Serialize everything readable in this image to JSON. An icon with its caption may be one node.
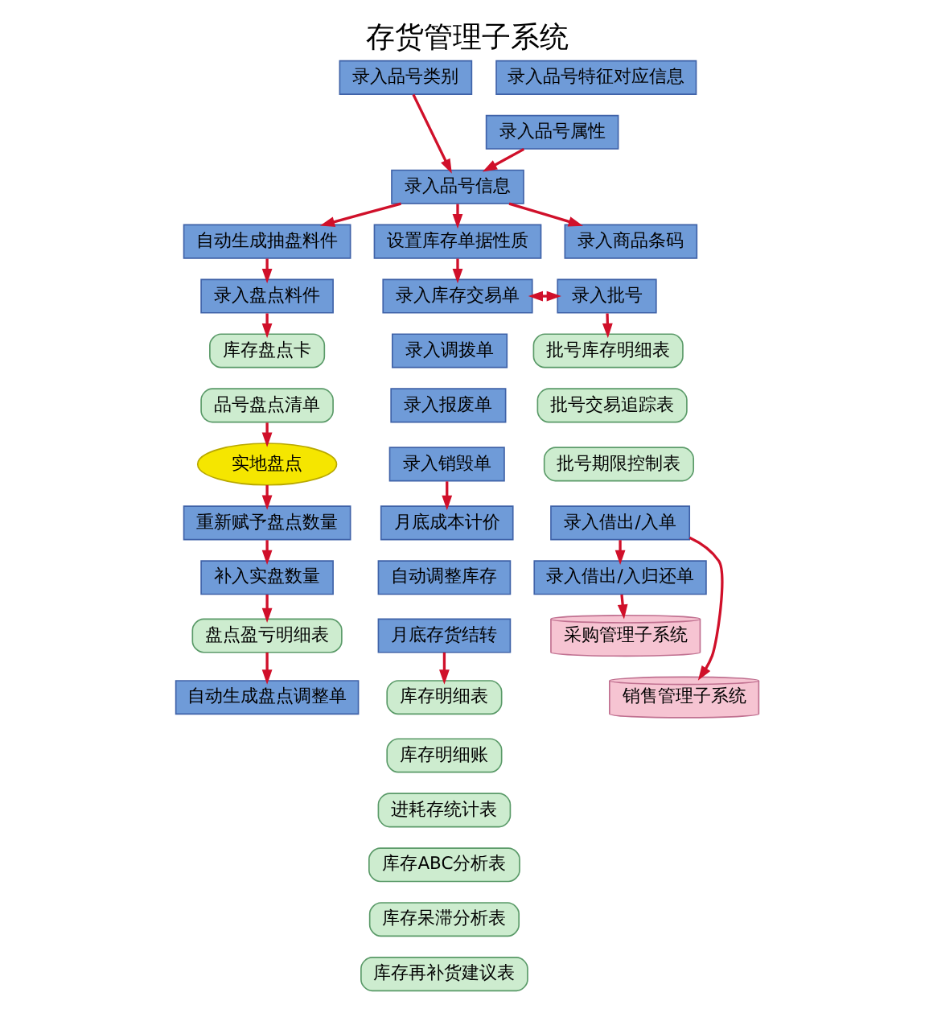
{
  "diagram": {
    "title": "存货管理子系统",
    "nodes": [
      {
        "text": [
          "录入品号类别"
        ]
      },
      {
        "text": [
          "录入品号信息"
        ]
      },
      {
        "text": [
          "设置库存单据性质"
        ]
      },
      {
        "text": [
          "录入库存交易单"
        ]
      },
      {
        "text": [
          "录入调拨单"
        ]
      },
      {
        "text": [
          "录入报废单"
        ]
      },
      {
        "text": [
          "录入销毁单"
        ]
      },
      {
        "text": [
          "月底成本计价"
        ]
      },
      {
        "text": [
          "自动调整库存"
        ]
      },
      {
        "text": [
          "月底存货结转"
        ]
      },
      {
        "text": [
          "库存明细表"
        ]
      },
      {
        "text": [
          "库存明细账"
        ]
      },
      {
        "text": [
          "进耗存统计表"
        ]
      },
      {
        "text": [
          "库存ABC分析表"
        ]
      },
      {
        "text": [
          "库存呆滞分析表"
        ]
      },
      {
        "text": [
          "库存再补货建议表"
        ]
      },
      {
        "text": [
          "录入品号特征对应信息"
        ]
      },
      {
        "text": [
          "录入品号属性"
        ]
      },
      {
        "text": [
          "录入商品条码"
        ]
      },
      {
        "text": [
          "录入批号"
        ]
      },
      {
        "text": [
          "批号库存明细表"
        ]
      },
      {
        "text": [
          "批号交易追踪表"
        ]
      },
      {
        "text": [
          "批号期限控制表"
        ]
      },
      {
        "text": [
          "录入借出/入单"
        ]
      },
      {
        "text": [
          "录入借出/入归还单"
        ]
      },
      {
        "text": [
          "采购管理子系统"
        ]
      },
      {
        "text": [
          "销售管理子系统"
        ]
      },
      {
        "text": [
          "自动生成抽盘料件"
        ]
      },
      {
        "text": [
          "录入盘点料件"
        ]
      },
      {
        "text": [
          "库存盘点卡"
        ]
      },
      {
        "text": [
          "品号盘点清单"
        ]
      },
      {
        "text": [
          "实地盘点"
        ]
      },
      {
        "text": [
          "重新赋予盘点数量"
        ]
      },
      {
        "text": [
          "补入实盘数量"
        ]
      },
      {
        "text": [
          "盘点盈亏明细表"
        ]
      },
      {
        "text": [
          "自动生成盘点调整单"
        ]
      }
    ],
    "edges": [
      {
        "from": 0,
        "to": 1,
        "arrow": "to"
      },
      {
        "from": 17,
        "to": 1,
        "arrow": "to"
      },
      {
        "from": 1,
        "to": 18,
        "arrow": "to"
      },
      {
        "from": 1,
        "to": 27,
        "arrow": "to"
      },
      {
        "from": 1,
        "to": 2,
        "arrow": "to"
      },
      {
        "from": 2,
        "to": 3,
        "arrow": "to"
      },
      {
        "from": 3,
        "to": 19,
        "arrow": "both"
      },
      {
        "from": 6,
        "to": 7,
        "arrow": "to"
      },
      {
        "from": 9,
        "to": 10,
        "arrow": "to"
      },
      {
        "from": 19,
        "to": 20,
        "arrow": "to"
      },
      {
        "from": 23,
        "to": 24,
        "arrow": "to"
      },
      {
        "from": 24,
        "to": 25,
        "arrow": "to"
      },
      {
        "from": 23,
        "to": 26,
        "arrow": "to"
      },
      {
        "from": 27,
        "to": 28,
        "arrow": "to"
      },
      {
        "from": 28,
        "to": 29,
        "arrow": "to"
      },
      {
        "from": 30,
        "to": 31,
        "arrow": "to"
      },
      {
        "from": 31,
        "to": 32,
        "arrow": "to"
      },
      {
        "from": 32,
        "to": 33,
        "arrow": "to"
      },
      {
        "from": 33,
        "to": 34,
        "arrow": "to"
      },
      {
        "from": 34,
        "to": 35,
        "arrow": "to"
      }
    ]
  }
}
